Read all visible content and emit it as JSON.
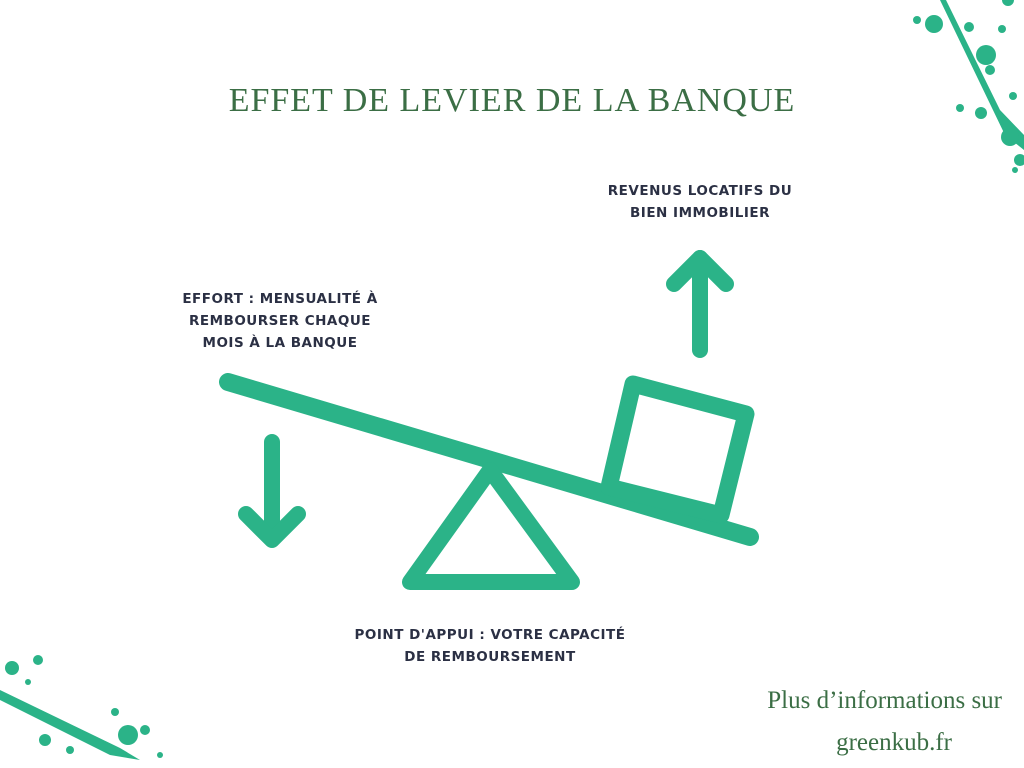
{
  "title": "EFFET DE LEVIER DE LA BANQUE",
  "labels": {
    "revenus": [
      "REVENUS LOCATIFS DU",
      "BIEN IMMOBILIER"
    ],
    "effort": [
      "EFFORT : MENSUALITÉ À",
      "REMBOURSER CHAQUE",
      "MOIS À LA BANQUE"
    ],
    "appui": [
      "POINT D'APPUI : VOTRE CAPACITÉ",
      "DE REMBOURSEMENT"
    ]
  },
  "footer": {
    "line1": "Plus d’informations sur",
    "line2": "greenkub.fr"
  },
  "colors": {
    "green": "#2bb388",
    "title": "#3b6e45",
    "text": "#2b3044"
  }
}
